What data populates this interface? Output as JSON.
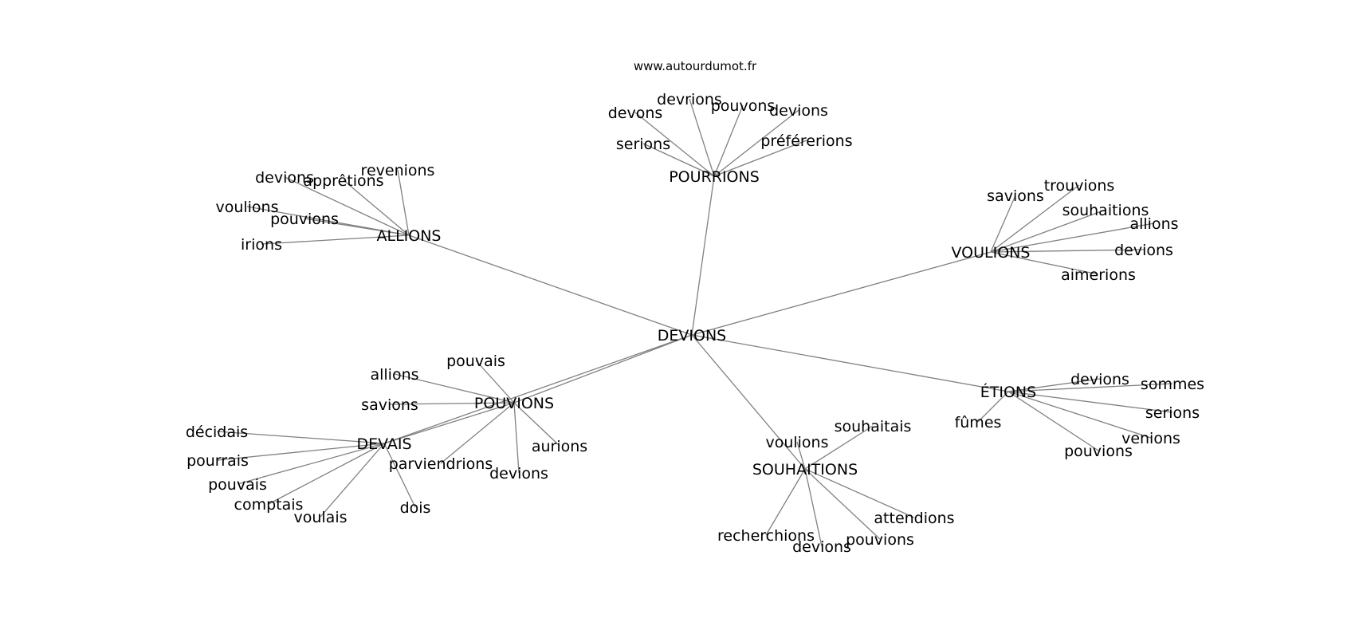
{
  "source": "www.autourdumot.fr",
  "hubs": [
    {
      "id": "devions_center",
      "label": "DEVIONS"
    },
    {
      "id": "pourrions",
      "label": "POURRIONS"
    },
    {
      "id": "allions",
      "label": "ALLIONS"
    },
    {
      "id": "voulions",
      "label": "VOULIONS"
    },
    {
      "id": "pouvions_hub",
      "label": "POUVIONS"
    },
    {
      "id": "devais",
      "label": "DEVAIS"
    },
    {
      "id": "souhaitions_hub",
      "label": "SOUHAITIONS"
    },
    {
      "id": "etions",
      "label": "ÉTIONS"
    }
  ],
  "leaves": [
    {
      "hub": "pourrions",
      "label": "devrions"
    },
    {
      "hub": "pourrions",
      "label": "devons"
    },
    {
      "hub": "pourrions",
      "label": "pouvons"
    },
    {
      "hub": "pourrions",
      "label": "devions"
    },
    {
      "hub": "pourrions",
      "label": "serions"
    },
    {
      "hub": "pourrions",
      "label": "préférerions"
    },
    {
      "hub": "allions",
      "label": "revenions"
    },
    {
      "hub": "allions",
      "label": "devions"
    },
    {
      "hub": "allions",
      "label": "apprêtions"
    },
    {
      "hub": "allions",
      "label": "voulions"
    },
    {
      "hub": "allions",
      "label": "pouvions"
    },
    {
      "hub": "allions",
      "label": "irions"
    },
    {
      "hub": "voulions",
      "label": "savions"
    },
    {
      "hub": "voulions",
      "label": "trouvions"
    },
    {
      "hub": "voulions",
      "label": "souhaitions"
    },
    {
      "hub": "voulions",
      "label": "allions"
    },
    {
      "hub": "voulions",
      "label": "devions"
    },
    {
      "hub": "voulions",
      "label": "aimerions"
    },
    {
      "hub": "pouvions_hub",
      "label": "pouvais"
    },
    {
      "hub": "pouvions_hub",
      "label": "allions"
    },
    {
      "hub": "pouvions_hub",
      "label": "savions"
    },
    {
      "hub": "pouvions_hub",
      "label": "aurions"
    },
    {
      "hub": "pouvions_hub",
      "label": "parviendrions"
    },
    {
      "hub": "pouvions_hub",
      "label": "devions"
    },
    {
      "hub": "devais",
      "label": "décidais"
    },
    {
      "hub": "devais",
      "label": "pourrais"
    },
    {
      "hub": "devais",
      "label": "pouvais"
    },
    {
      "hub": "devais",
      "label": "comptais"
    },
    {
      "hub": "devais",
      "label": "voulais"
    },
    {
      "hub": "devais",
      "label": "dois"
    },
    {
      "hub": "souhaitions_hub",
      "label": "voulions"
    },
    {
      "hub": "souhaitions_hub",
      "label": "souhaitais"
    },
    {
      "hub": "souhaitions_hub",
      "label": "recherchions"
    },
    {
      "hub": "souhaitions_hub",
      "label": "devions"
    },
    {
      "hub": "souhaitions_hub",
      "label": "pouvions"
    },
    {
      "hub": "souhaitions_hub",
      "label": "attendions"
    },
    {
      "hub": "etions",
      "label": "devions"
    },
    {
      "hub": "etions",
      "label": "sommes"
    },
    {
      "hub": "etions",
      "label": "fûmes"
    },
    {
      "hub": "etions",
      "label": "serions"
    },
    {
      "hub": "etions",
      "label": "venions"
    },
    {
      "hub": "etions",
      "label": "pouvions"
    }
  ],
  "links": [
    [
      "devions_center",
      "pourrions"
    ],
    [
      "devions_center",
      "allions"
    ],
    [
      "devions_center",
      "voulions"
    ],
    [
      "devions_center",
      "pouvions_hub"
    ],
    [
      "devions_center",
      "devais"
    ],
    [
      "devions_center",
      "souhaitions_hub"
    ],
    [
      "devions_center",
      "etions"
    ],
    [
      "pouvions_hub",
      "devais"
    ]
  ]
}
